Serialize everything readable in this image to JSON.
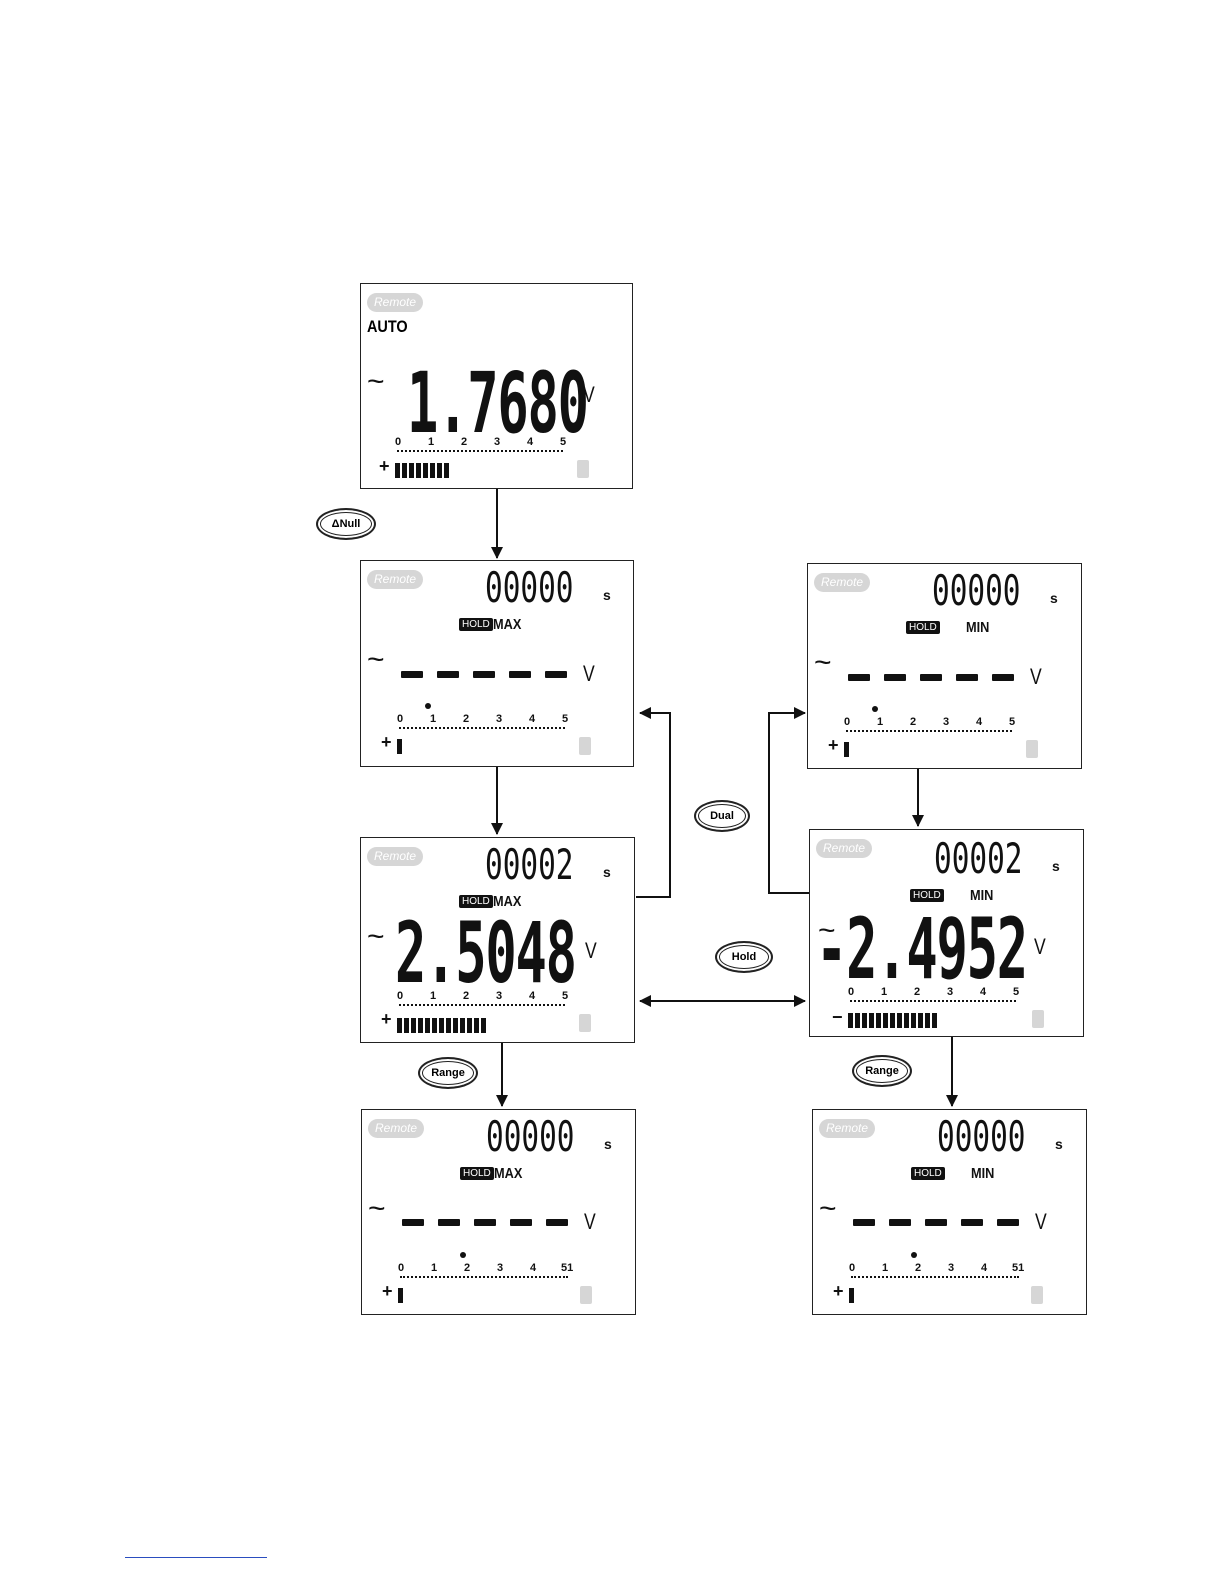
{
  "buttons": {
    "null": "ΔNull",
    "dual": "Dual",
    "hold": "Hold",
    "range_left": "Range",
    "range_right": "Range"
  },
  "screens": {
    "s1": {
      "remote": "Remote",
      "auto": "AUTO",
      "ac": "~",
      "main": "1.7680",
      "unit": "V",
      "scale": [
        "0",
        "1",
        "2",
        "3",
        "4",
        "5"
      ],
      "sign": "+",
      "bars": 8
    },
    "s2": {
      "remote": "Remote",
      "secondary": "00000",
      "sec_unit": "s",
      "hold": "HOLD",
      "mode": "MAX",
      "ac": "~",
      "unit": "V",
      "scale": [
        "0",
        "1",
        "2",
        "3",
        "4",
        "5"
      ],
      "sign": "+",
      "bars": 1
    },
    "s3": {
      "remote": "Remote",
      "secondary": "00000",
      "sec_unit": "s",
      "hold": "HOLD",
      "mode": "MIN",
      "ac": "~",
      "unit": "V",
      "scale": [
        "0",
        "1",
        "2",
        "3",
        "4",
        "5"
      ],
      "sign": "+",
      "bars": 1
    },
    "s4": {
      "remote": "Remote",
      "secondary": "00002",
      "sec_unit": "s",
      "hold": "HOLD",
      "mode": "MAX",
      "ac": "~",
      "main": "2.5048",
      "unit": "V",
      "scale": [
        "0",
        "1",
        "2",
        "3",
        "4",
        "5"
      ],
      "sign": "+",
      "bars": 13
    },
    "s5": {
      "remote": "Remote",
      "secondary": "00002",
      "sec_unit": "s",
      "hold": "HOLD",
      "mode": "MIN",
      "ac": "~",
      "main": "-2.4952",
      "unit": "V",
      "scale": [
        "0",
        "1",
        "2",
        "3",
        "4",
        "5"
      ],
      "sign": "−",
      "bars": 13
    },
    "s6": {
      "remote": "Remote",
      "secondary": "00000",
      "sec_unit": "s",
      "hold": "HOLD",
      "mode": "MAX",
      "ac": "~",
      "unit": "V",
      "scale": [
        "0",
        "1",
        "2",
        "3",
        "4",
        "51"
      ],
      "sign": "+",
      "bars": 1
    },
    "s7": {
      "remote": "Remote",
      "secondary": "00000",
      "sec_unit": "s",
      "hold": "HOLD",
      "mode": "MIN",
      "ac": "~",
      "unit": "V",
      "scale": [
        "0",
        "1",
        "2",
        "3",
        "4",
        "51"
      ],
      "sign": "+",
      "bars": 1
    }
  }
}
